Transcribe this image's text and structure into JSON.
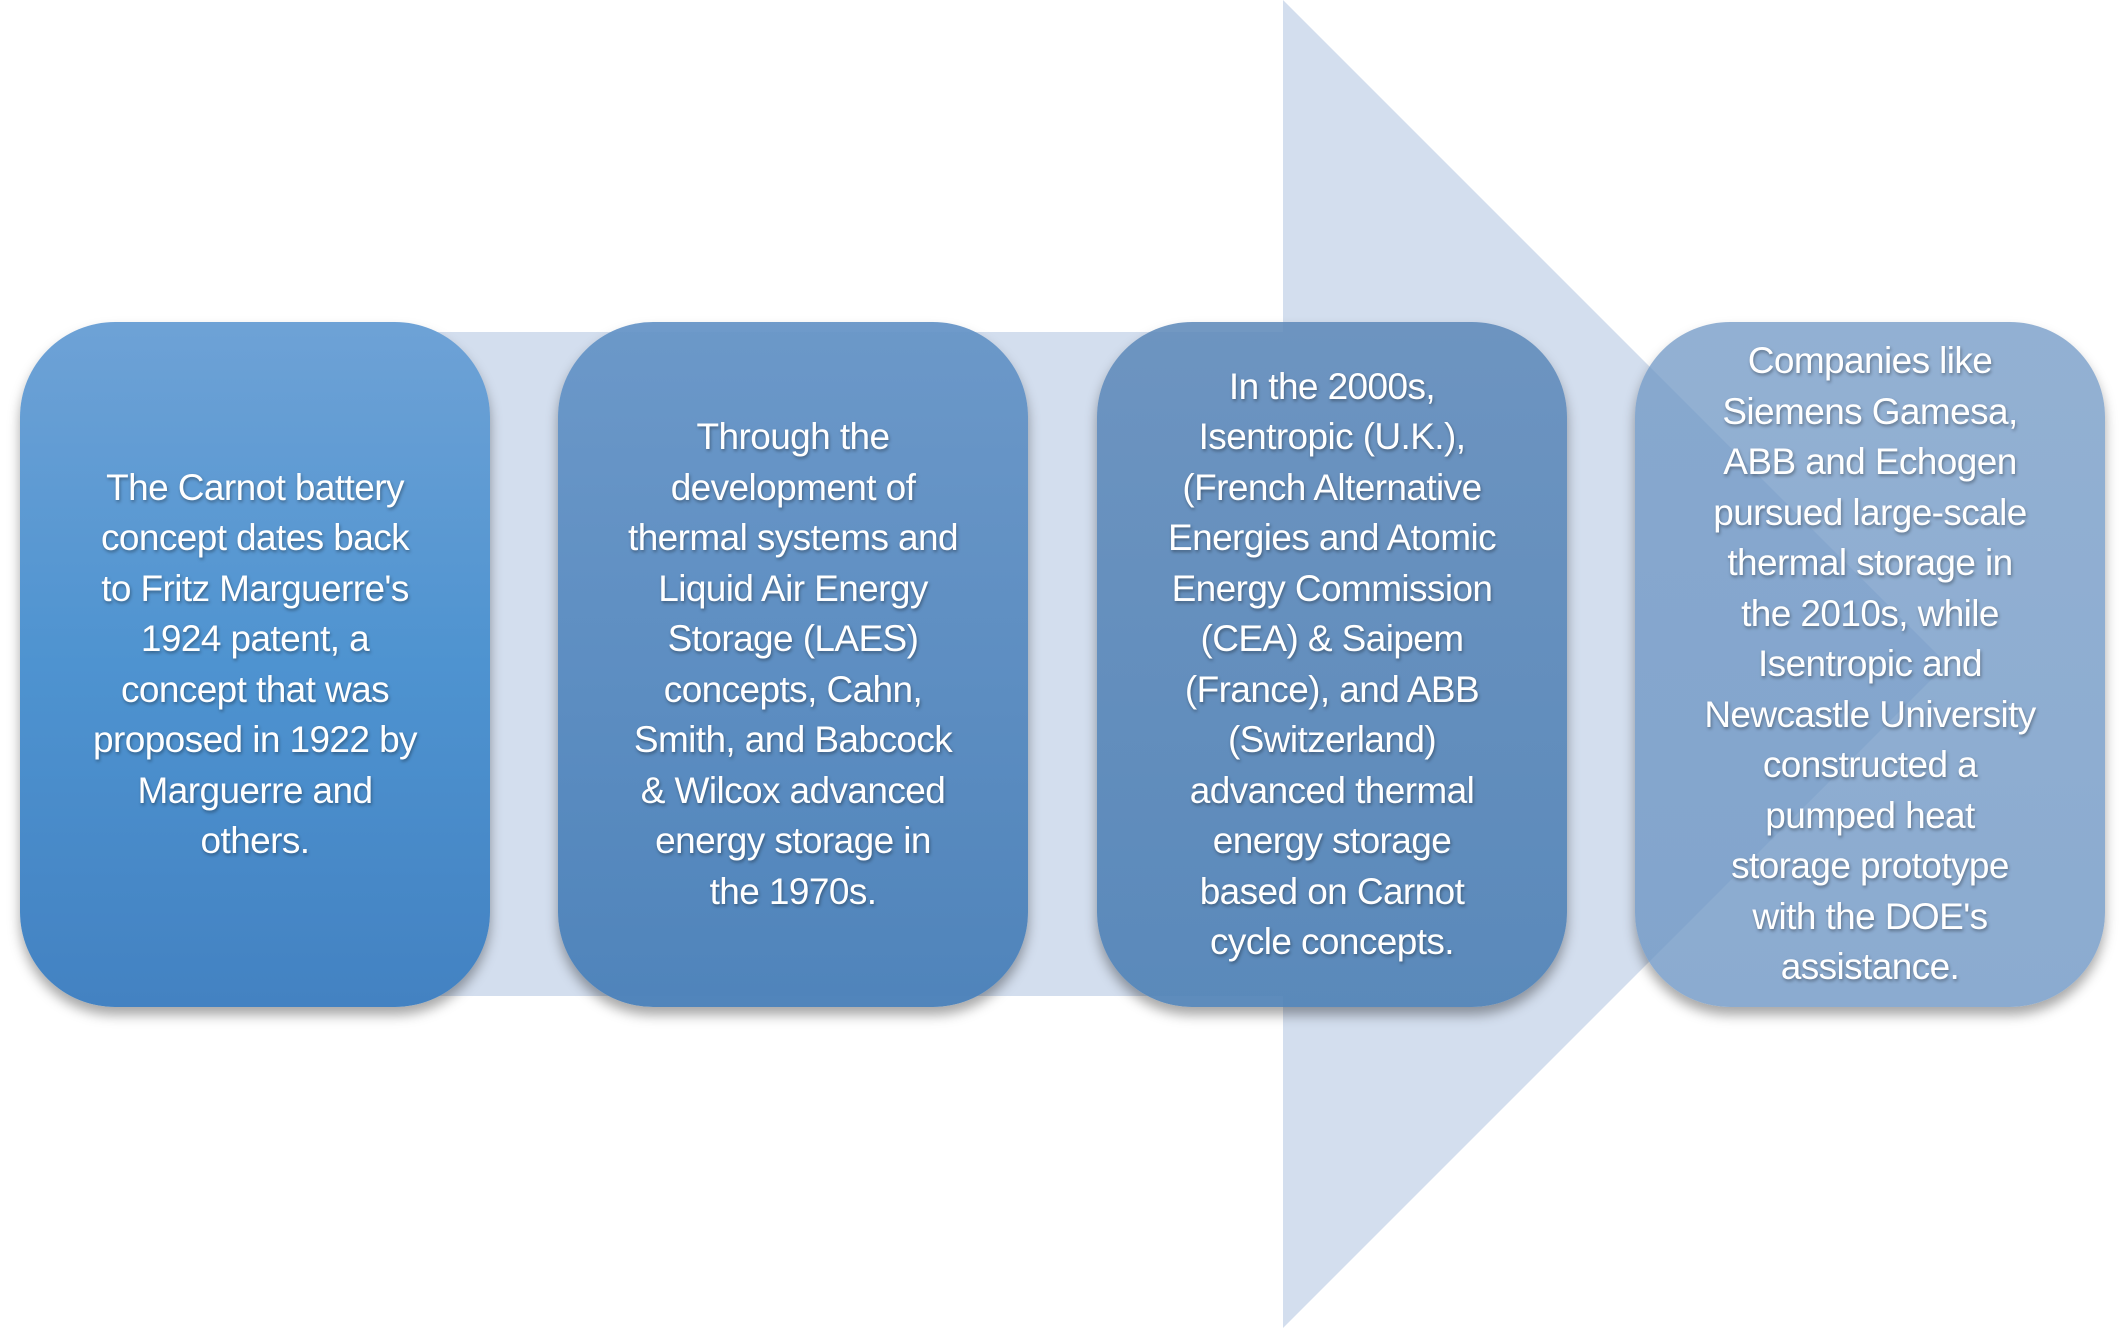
{
  "colors": {
    "arrow": "#d3deee",
    "box_top": "#6ea2d6",
    "box_bottom": "#4382c2",
    "text": "#ffffff"
  },
  "steps": [
    {
      "lines": [
        "The Carnot battery",
        "concept dates back",
        "to Fritz Marguerre's",
        "1924 patent, a",
        "concept that was",
        "proposed in 1922 by",
        "Marguerre and",
        "others."
      ]
    },
    {
      "lines": [
        "Through the",
        "development of",
        "thermal systems and",
        "Liquid Air Energy",
        "Storage (LAES)",
        "concepts, Cahn,",
        "Smith, and Babcock",
        "& Wilcox advanced",
        "energy storage in",
        "the 1970s."
      ]
    },
    {
      "lines": [
        "In the 2000s,",
        "Isentropic (U.K.),",
        "(French Alternative",
        "Energies and Atomic",
        "Energy Commission",
        "(CEA) & Saipem",
        "(France), and ABB",
        "(Switzerland)",
        "advanced thermal",
        "energy storage",
        "based on Carnot",
        "cycle concepts."
      ]
    },
    {
      "lines": [
        "Companies like",
        "Siemens Gamesa,",
        "ABB and Echogen",
        "pursued large-scale",
        "thermal storage in",
        "the 2010s, while",
        "Isentropic and",
        "Newcastle University",
        "constructed a",
        "pumped heat",
        "storage prototype",
        "with the DOE's",
        "assistance."
      ]
    }
  ]
}
